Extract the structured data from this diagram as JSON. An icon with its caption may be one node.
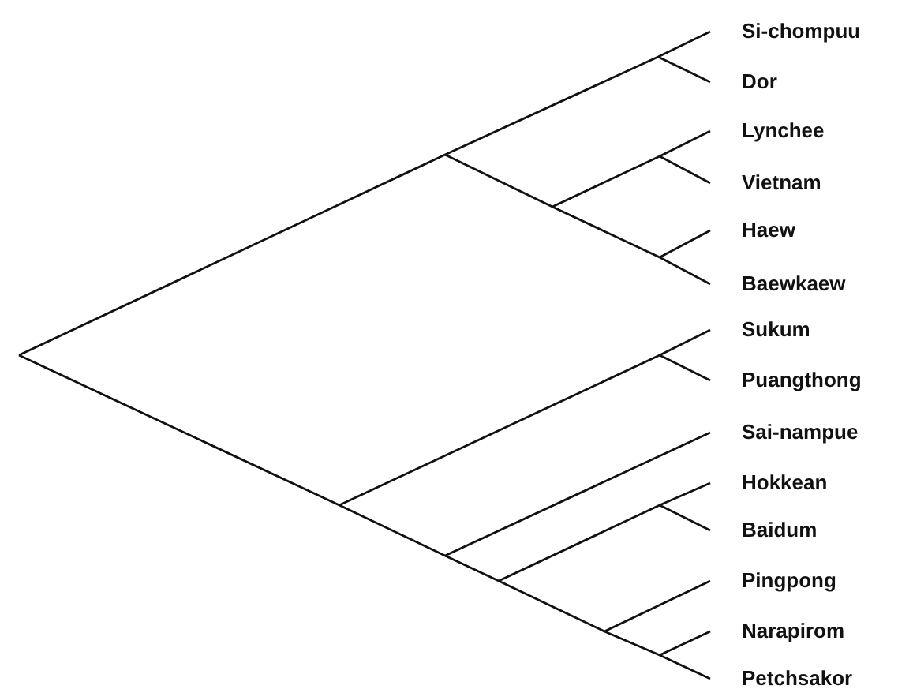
{
  "diagram": {
    "labels": [
      "Si-chompuu",
      "Dor",
      "Lynchee",
      "Vietnam",
      "Haew",
      "Baewkaew",
      "Sukum",
      "Puangthong",
      "Sai-nampue",
      "Hokkean",
      "Baidum",
      "Pingpong",
      "Narapirom",
      "Petchsakor"
    ]
  }
}
